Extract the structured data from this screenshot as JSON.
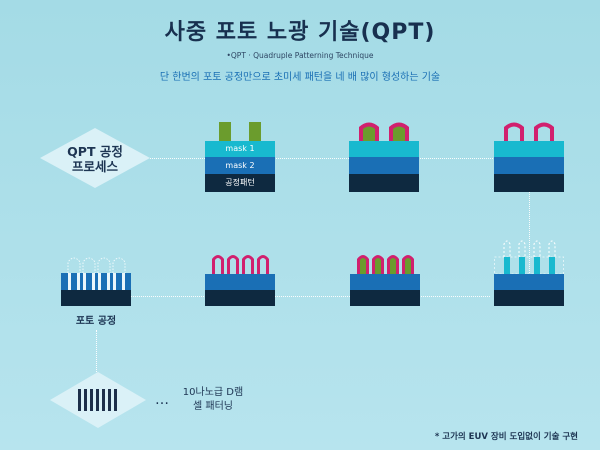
{
  "title": "사중 포토 노광 기술(QPT)",
  "note": "•QPT · Quadruple Patterning Technique",
  "subtitle": "단 한번의 포토 공정만으로 초미세 패턴을 네 배 많이 형성하는 기술",
  "process_label": {
    "line1": "QPT 공정",
    "line2": "프로세스"
  },
  "stack_labels": {
    "mask1": "mask 1",
    "mask2": "mask 2",
    "base": "공정패턴"
  },
  "photo_label": "포토 공정",
  "ellipsis": "…",
  "final_label": {
    "line1": "10나노급 D램",
    "line2": "셀 패터닝"
  },
  "footnote": "* 고가의 EUV 장비 도입없이 기술 구현",
  "colors": {
    "cyan": "#18b9cf",
    "blue": "#1a6fb5",
    "navy": "#0e2940",
    "green": "#6b9c2d",
    "magenta": "#d1206e"
  }
}
